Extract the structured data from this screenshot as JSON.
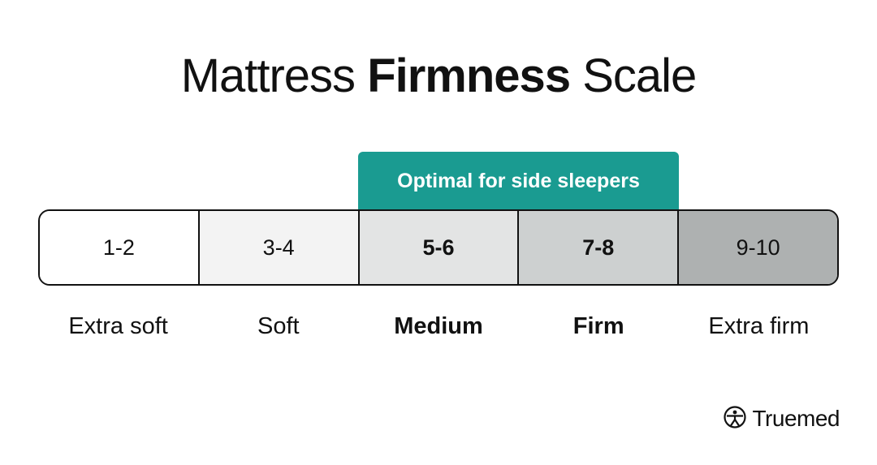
{
  "title": {
    "prefix": "Mattress",
    "bold": "Firmness",
    "suffix": "Scale"
  },
  "highlight": {
    "label": "Optimal for side sleepers",
    "color": "#1a9b91"
  },
  "segments": [
    {
      "range": "1-2",
      "label": "Extra soft",
      "emphasis": false,
      "color": "#ffffff"
    },
    {
      "range": "3-4",
      "label": "Soft",
      "emphasis": false,
      "color": "#f3f3f3"
    },
    {
      "range": "5-6",
      "label": "Medium",
      "emphasis": true,
      "color": "#e3e4e4"
    },
    {
      "range": "7-8",
      "label": "Firm",
      "emphasis": true,
      "color": "#cdd0d0"
    },
    {
      "range": "9-10",
      "label": "Extra firm",
      "emphasis": false,
      "color": "#aeb1b1"
    }
  ],
  "brand": {
    "name": "Truemed",
    "icon": "truemed-logo-icon"
  }
}
